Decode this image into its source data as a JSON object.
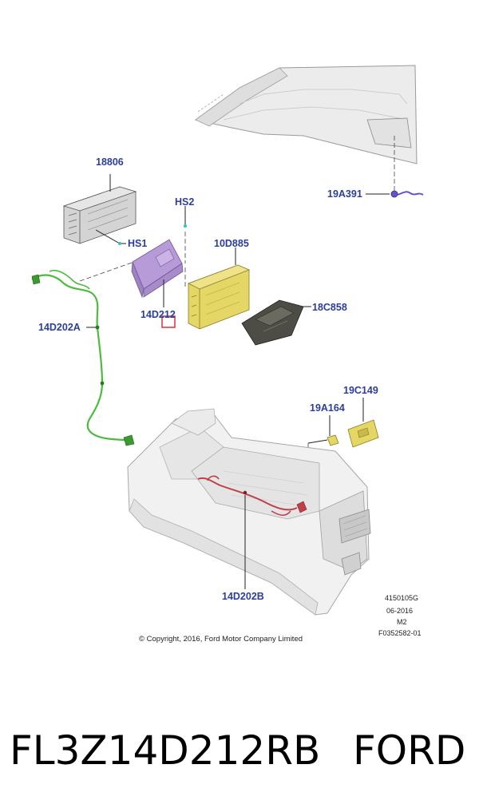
{
  "diagram": {
    "callouts": {
      "c18806": "18806",
      "hs2": "HS2",
      "hs1": "HS1",
      "c10d885": "10D885",
      "c19a391": "19A391",
      "c14d212": "14D212",
      "c18c858": "18C858",
      "c14d202a": "14D202A",
      "c19c149": "19C149",
      "c19a164": "19A164",
      "c14d202b": "14D202B"
    },
    "meta": {
      "ref": "4150105G",
      "date": "06-2016",
      "rev": "M2",
      "file": "F0352582-01"
    },
    "copyright": "© Copyright, 2016, Ford Motor Company Limited",
    "highlight_color": "#e0303a",
    "part_colors": {
      "module_14d212": "#b79ad8",
      "module_10d885": "#e5d766",
      "harness_14d202a": "#4cbc3c",
      "harness_14d202b": "#c0404a",
      "part_19c149": "#e5d766",
      "part_19a391": "#6a4fd0"
    }
  },
  "caption": {
    "part_number": "FL3Z14D212RB",
    "brand": "FORD"
  }
}
